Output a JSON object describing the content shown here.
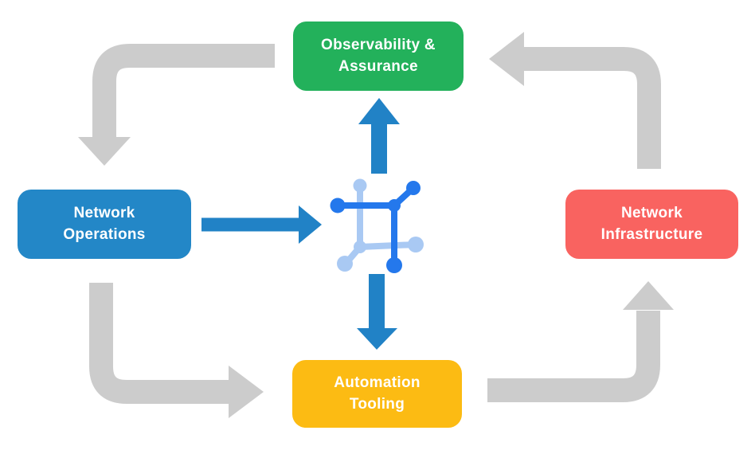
{
  "diagram": {
    "nodes": [
      {
        "id": "observability-assurance",
        "label": "Observability &\nAssurance",
        "color": "#23B15B"
      },
      {
        "id": "network-operations",
        "label": "Network\nOperations",
        "color": "#2387C7"
      },
      {
        "id": "network-infrastructure",
        "label": "Network\nInfrastructure",
        "color": "#F96360"
      },
      {
        "id": "automation-tooling",
        "label": "Automation\nTooling",
        "color": "#FCBB13"
      }
    ],
    "center_icon": "network-fabric-icon",
    "flows": {
      "outer_cycle": [
        {
          "from": "Observability & Assurance",
          "to": "Network Operations"
        },
        {
          "from": "Network Operations",
          "to": "Automation Tooling"
        },
        {
          "from": "Automation Tooling",
          "to": "Network Infrastructure"
        },
        {
          "from": "Network Infrastructure",
          "to": "Observability & Assurance"
        }
      ],
      "center_flows": [
        {
          "from": "Network Operations",
          "to": "center-icon"
        },
        {
          "from": "center-icon",
          "to": "Observability & Assurance"
        },
        {
          "from": "center-icon",
          "to": "Automation Tooling"
        }
      ]
    }
  },
  "colors": {
    "background": "#FFFFFF",
    "text": "#FFFFFF",
    "arrow_gray": "#CCCCCC",
    "arrow_blue": "#2182C6",
    "icon_blue_dark": "#2478EC",
    "icon_blue_light": "#A9C9F3"
  }
}
